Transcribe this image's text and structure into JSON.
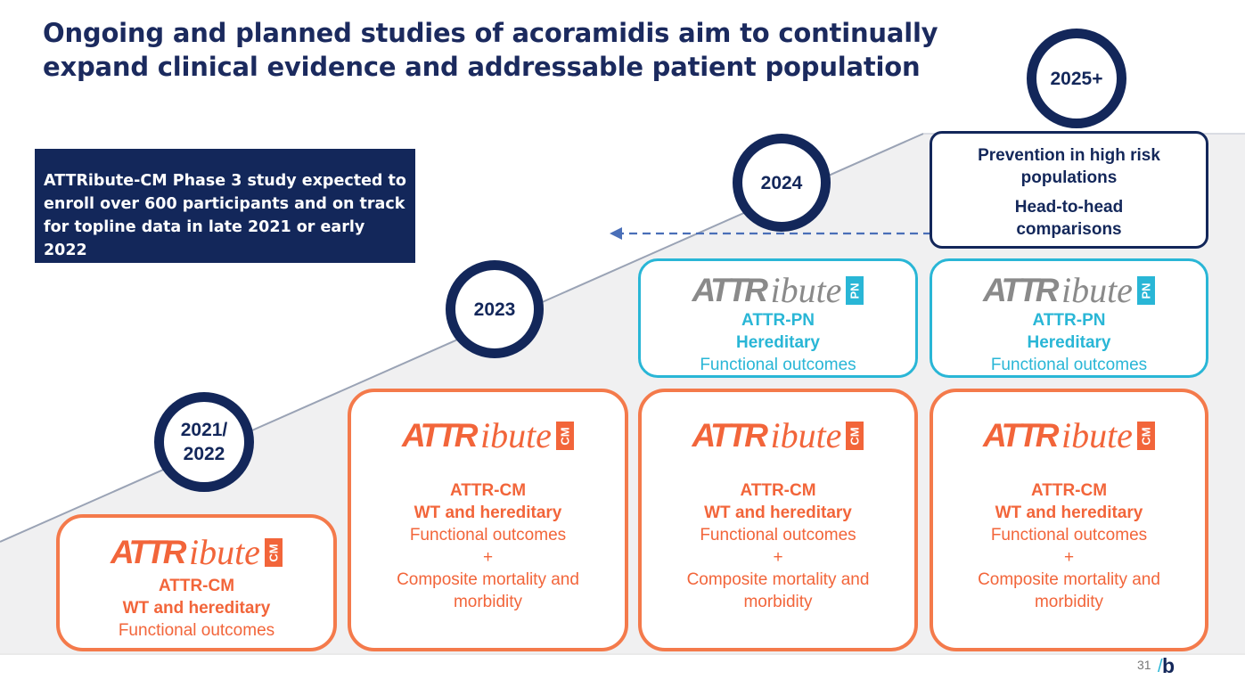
{
  "title": "Ongoing and planned studies of acoramidis aim to continually expand clinical evidence and addressable patient population",
  "callout": {
    "lines": [
      "ATTRibute-CM Phase 3 study expected to",
      "enroll over 600 participants and on track",
      "for topline data in late 2021 or early 2022"
    ]
  },
  "milestones": [
    {
      "label_line1": "2021/",
      "label_line2": "2022"
    },
    {
      "label": "2023"
    },
    {
      "label": "2024"
    },
    {
      "label": "2025+"
    }
  ],
  "logos": {
    "cm": {
      "brand": "ATTR",
      "script": "ibute",
      "tag": "CM"
    },
    "pn": {
      "brand": "ATTR",
      "script": "ibute",
      "tag": "PN"
    }
  },
  "cm_box": {
    "line1": "ATTR-CM",
    "line2": "WT and hereditary",
    "line3": "Functional outcomes",
    "plus": "+",
    "line4": "Composite mortality and",
    "line5": "morbidity"
  },
  "pn_box": {
    "line1": "ATTR-PN",
    "line2": "Hereditary",
    "line3": "Functional outcomes"
  },
  "future_box": {
    "line1": "Prevention in high risk",
    "line2": "populations",
    "line3": "Head-to-head",
    "line4": "comparisons"
  },
  "footer": {
    "page_number": "31",
    "brand_mark": "b"
  },
  "colors": {
    "navy": "#13275a",
    "orange": "#f2653a",
    "teal": "#29b6d6",
    "dashed_arrow": "#4a6fb8"
  }
}
